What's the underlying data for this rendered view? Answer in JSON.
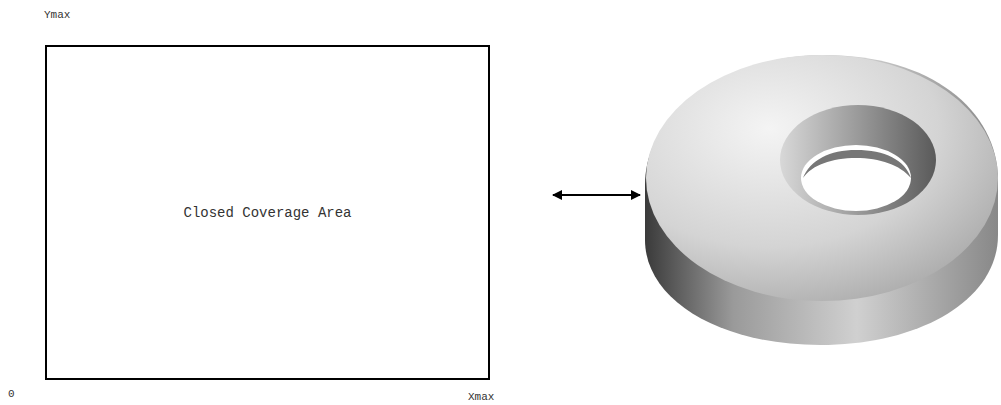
{
  "diagram": {
    "nodes": [
      {
        "text": [
          "Closed Coverage Area"
        ]
      }
    ],
    "labels": [
      "Ymax",
      "0",
      "Xmax"
    ]
  }
}
